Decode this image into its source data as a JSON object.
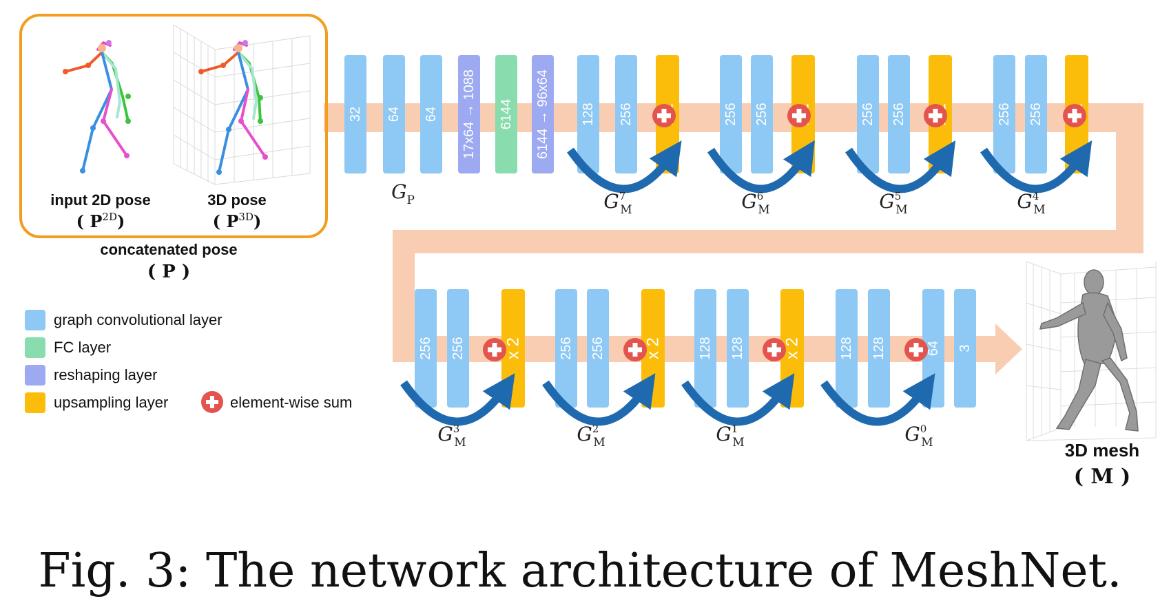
{
  "colors": {
    "gcn": "#8EC8F4",
    "fc": "#88DCAE",
    "reshape": "#9DA9F0",
    "upsample": "#FBBD09",
    "sum": "#E3544F",
    "flow": "#F8CDB2",
    "skip": "#1F6AAE",
    "pose_box": "#F39C1E"
  },
  "pose_panel": {
    "input_label": "input 2D pose",
    "input_symbol": "P",
    "input_sup": "2D",
    "output_label": "3D pose",
    "output_symbol": "P",
    "output_sup": "3D",
    "concat_label": "concatenated pose",
    "concat_symbol": "P"
  },
  "row1": {
    "layers": [
      "32",
      "64",
      "64",
      "17x64 → 1088",
      "6144",
      "6144 → 96x64",
      "128",
      "256",
      "x 2",
      "256",
      "256",
      "x 2",
      "256",
      "256",
      "x 2",
      "256",
      "256",
      "x 2"
    ],
    "group_labels": [
      {
        "base": "G",
        "sub": "P",
        "sup": ""
      },
      {
        "base": "G",
        "sub": "M",
        "sup": "7"
      },
      {
        "base": "G",
        "sub": "M",
        "sup": "6"
      },
      {
        "base": "G",
        "sub": "M",
        "sup": "5"
      },
      {
        "base": "G",
        "sub": "M",
        "sup": "4"
      }
    ]
  },
  "row2": {
    "layers": [
      "256",
      "256",
      "x 2",
      "256",
      "256",
      "x 2",
      "128",
      "128",
      "x 2",
      "128",
      "128",
      "64",
      "3"
    ],
    "group_labels": [
      {
        "base": "G",
        "sub": "M",
        "sup": "3"
      },
      {
        "base": "G",
        "sub": "M",
        "sup": "2"
      },
      {
        "base": "G",
        "sub": "M",
        "sup": "1"
      },
      {
        "base": "G",
        "sub": "M",
        "sup": "0"
      }
    ]
  },
  "legend": [
    {
      "kind": "gcn",
      "label": "graph convolutional layer"
    },
    {
      "kind": "fc",
      "label": "FC layer"
    },
    {
      "kind": "reshape",
      "label": "reshaping layer"
    },
    {
      "kind": "upsample",
      "label": "upsampling layer"
    },
    {
      "kind": "sum",
      "label": "element-wise sum"
    }
  ],
  "mesh": {
    "label": "3D mesh",
    "symbol": "M"
  },
  "caption": {
    "prefix": "Fig. 3:",
    "text": "The network architecture of MeshNet."
  }
}
